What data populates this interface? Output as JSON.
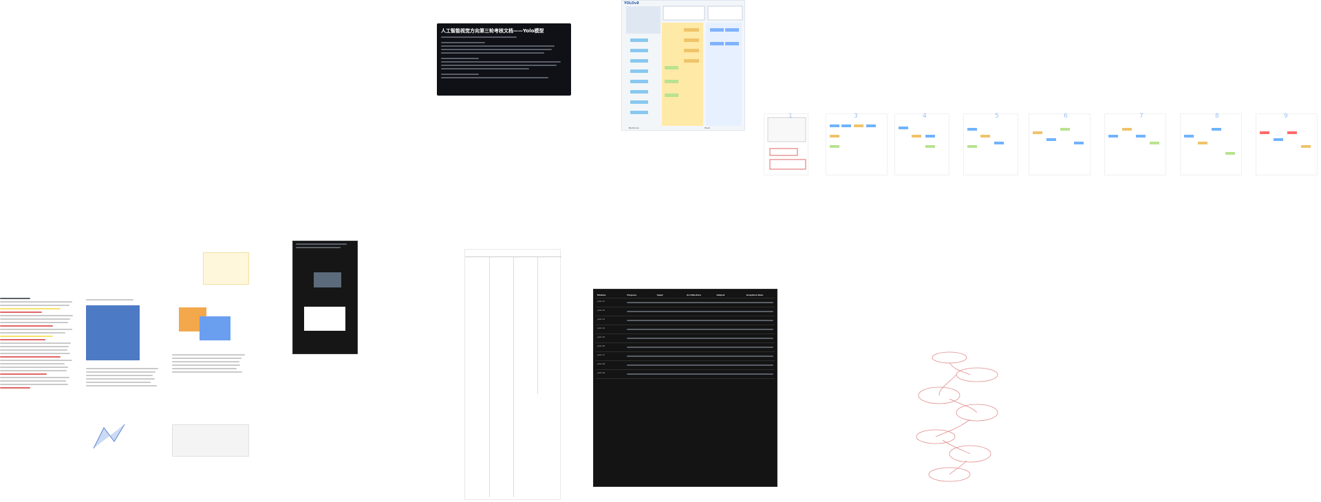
{
  "dark_doc": {
    "title": "人工智能视觉方向第三轮考核文档——Yolo模型"
  },
  "arch_diagram": {
    "heading": "YOLOv8",
    "footer_left": "Backbone",
    "footer_right": "Head"
  },
  "flow_numbers": [
    "1",
    "3",
    "4",
    "5",
    "6",
    "7",
    "8",
    "9"
  ],
  "dark_table": {
    "headers": [
      "Module",
      "Purpose",
      "Input",
      "Architecture",
      "Output",
      "Graphical Role"
    ],
    "rows": [
      [
        "yolo v1",
        "",
        "",
        "",
        "",
        ""
      ],
      [
        "yolo v2",
        "",
        "",
        "",
        "",
        ""
      ],
      [
        "yolo v3",
        "",
        "",
        "",
        "",
        ""
      ],
      [
        "yolo v4",
        "",
        "",
        "",
        "",
        ""
      ],
      [
        "yolo v5",
        "",
        "",
        "",
        "",
        ""
      ],
      [
        "yolo v6",
        "",
        "",
        "",
        "",
        ""
      ],
      [
        "yolo v7",
        "",
        "",
        "",
        "",
        ""
      ],
      [
        "yolo v8",
        "",
        "",
        "",
        "",
        ""
      ],
      [
        "yolo v9",
        "",
        "",
        "",
        "",
        ""
      ]
    ]
  },
  "colors": {
    "dark_bg": "#0f1117",
    "arch_bg": "#f3f6f9",
    "highlight_yellow": "#f6e26a",
    "accent_red": "#e06464",
    "blue": "#6a9ff0",
    "orange": "#f2a84b"
  }
}
